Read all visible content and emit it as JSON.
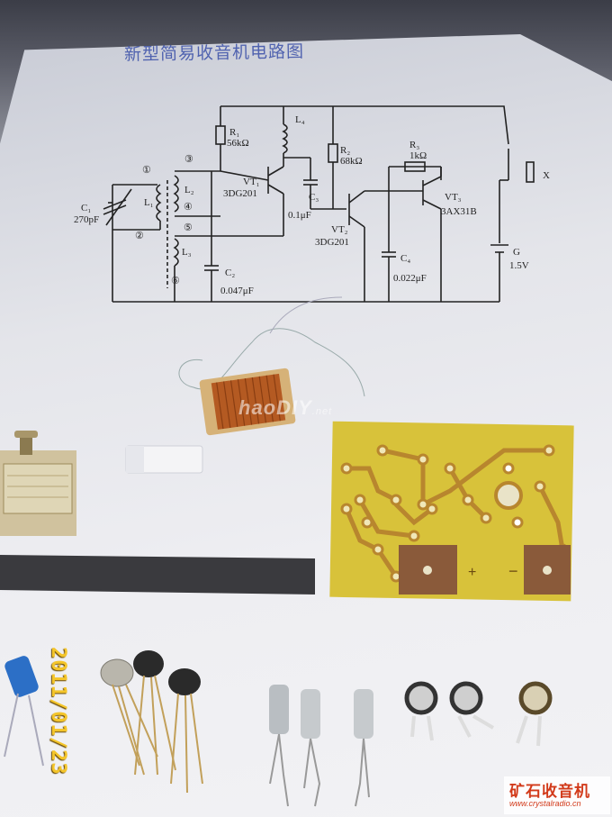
{
  "image": {
    "handwritten_title": "新型简易收音机电路图",
    "date_stamp": "2011/01/23",
    "watermark": "haoDIY",
    "watermark_suffix": ".net",
    "brand_cn": "矿石收音机",
    "brand_en": "www.crystalradio.cn"
  },
  "schematic": {
    "labels": {
      "r1": "R₁",
      "r1_val": "56kΩ",
      "l4": "L₄",
      "r2": "R₂",
      "r2_val": "68kΩ",
      "r3": "R₃",
      "r3_val": "1kΩ",
      "x": "X",
      "c1": "C₁",
      "c1_val": "270pF",
      "n1": "①",
      "n2": "②",
      "n3": "③",
      "n4": "④",
      "n5": "⑤",
      "n6": "⑥",
      "l1": "L₁",
      "l2": "L₂",
      "l3": "L₃",
      "vt1": "VT₁",
      "vt1_type": "3DG201",
      "c3": "C₃",
      "c3_val": "0.1μF",
      "vt2": "VT₂",
      "vt2_type": "3DG201",
      "vt3": "VT₃",
      "vt3_type": "3AX31B",
      "c4": "C₄",
      "c4_val": "0.022μF",
      "g": "G",
      "g_val": "1.5V",
      "c2": "C₂",
      "c2_val": "0.047μF",
      "plus": "+",
      "minus": "−"
    }
  },
  "colors": {
    "paper": "#eeeef2",
    "pcb_board": "#d8c23a",
    "pcb_trace": "#b8862e",
    "copper_pad": "#8a5a3a",
    "ferrite_rod": "#3a3a3e",
    "date_stamp": "#f4c52a",
    "brand": "#d23a1a",
    "handwriting": "#3a4fa8"
  }
}
